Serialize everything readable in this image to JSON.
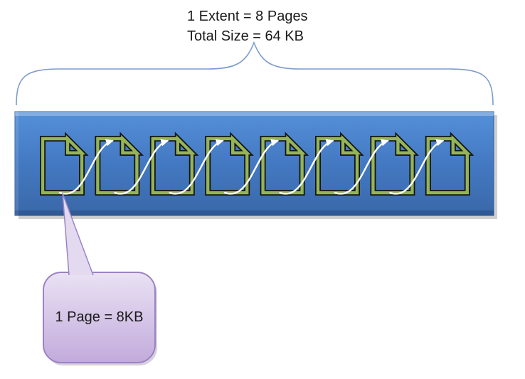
{
  "header": {
    "line1": "1 Extent = 8 Pages",
    "line2": "Total Size = 64 KB"
  },
  "callout": {
    "label": "1 Page = 8KB"
  },
  "extent": {
    "page_count": 8
  },
  "colors": {
    "extent_top": "#5590d8",
    "extent_mid": "#4379c2",
    "extent_bottom": "#3a68a8",
    "extent_border": "#2e5c99",
    "page_outline": "#141414",
    "page_frame_green": "#95b457",
    "arrow_white": "#ffffff",
    "brace_blue": "#7d9cce",
    "callout_fill_top": "#eae2f4",
    "callout_fill_bottom": "#c2abdc",
    "callout_border": "#9c82c4",
    "text": "#1a1a1a"
  }
}
